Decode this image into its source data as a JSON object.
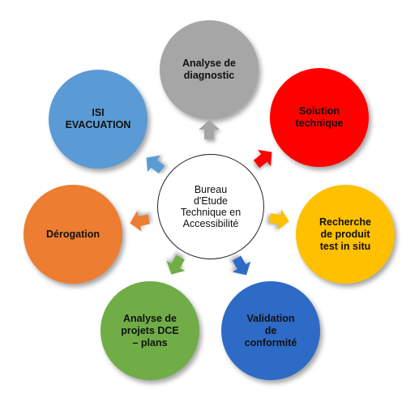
{
  "center": {
    "label": "Bureau\nd'Etude\nTechnique en\nAccessibilité"
  },
  "nodes": [
    {
      "key": "diagnostic",
      "label": "Analyse de\ndiagnostic",
      "color": "#a6a6a6"
    },
    {
      "key": "solution",
      "label": "Solution\ntechnique",
      "color": "#ff0000"
    },
    {
      "key": "recherche",
      "label": "Recherche\nde produit\ntest in situ",
      "color": "#ffc000"
    },
    {
      "key": "validation",
      "label": "Validation\nde\nconformité",
      "color": "#2e6bc6"
    },
    {
      "key": "projets",
      "label": "Analyse de\nprojets DCE\n– plans",
      "color": "#70ad47"
    },
    {
      "key": "derogation",
      "label": "Dérogation",
      "color": "#ed7d31"
    },
    {
      "key": "isi",
      "label": "ISI\nEVACUATION",
      "color": "#5b9bd5"
    }
  ]
}
